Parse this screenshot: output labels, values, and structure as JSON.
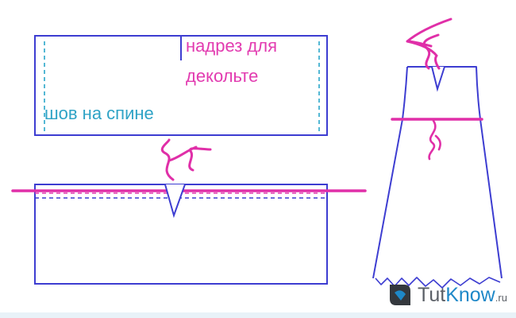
{
  "labels": {
    "neckline_cut_line1": "надрез для",
    "neckline_cut_line2": "декольте",
    "back_seam": "шов на спине"
  },
  "watermark": {
    "tut": "Tut",
    "know": "Know",
    "tld": ".ru"
  },
  "colors": {
    "outline": "#3d3dd1",
    "accent": "#e02fa8",
    "seam": "#2aa6c9",
    "label_neck": "#e23bb0",
    "label_seam": "#2fa3c6"
  }
}
